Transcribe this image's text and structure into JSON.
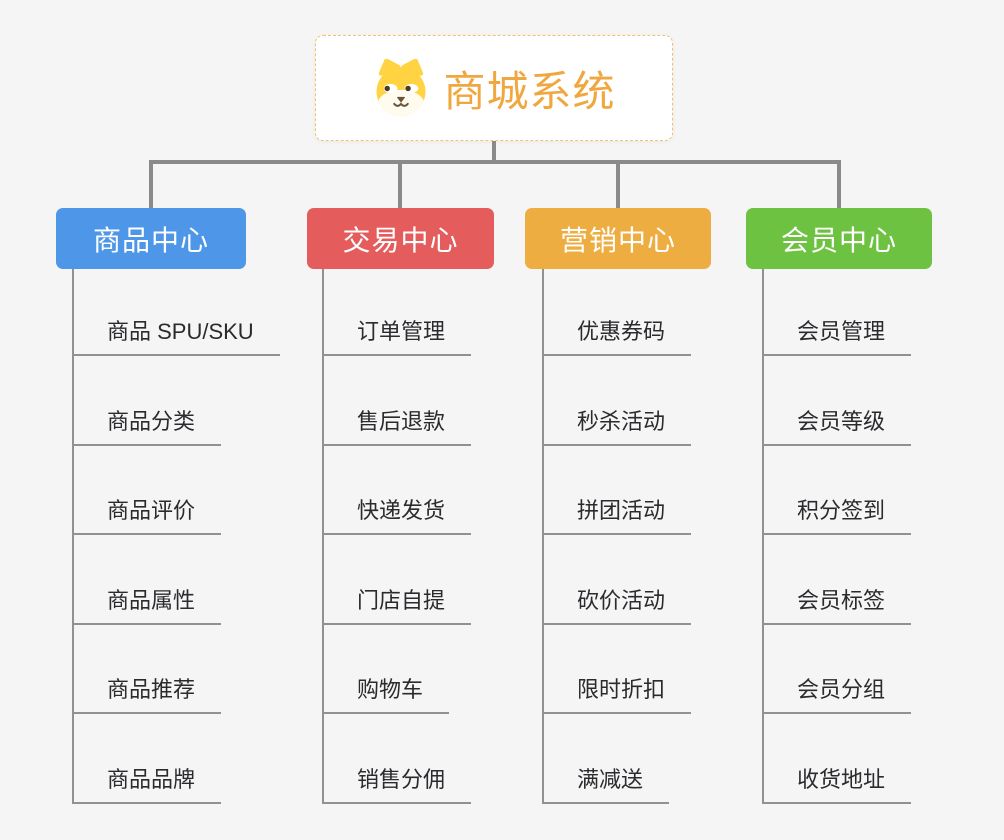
{
  "page": {
    "background_color": "#f5f5f6",
    "connector_color": "#8a8a8a",
    "line_color": "#919191"
  },
  "root": {
    "title": "商城系统",
    "icon": "dog-face-icon",
    "title_color": "#f0a73f",
    "border_color": "#f2c267"
  },
  "branches": [
    {
      "label": "商品中心",
      "color": "#4d96e8",
      "children": [
        "商品 SPU/SKU",
        "商品分类",
        "商品评价",
        "商品属性",
        "商品推荐",
        "商品品牌"
      ]
    },
    {
      "label": "交易中心",
      "color": "#e45c5c",
      "children": [
        "订单管理",
        "售后退款",
        "快递发货",
        "门店自提",
        "购物车",
        "销售分佣"
      ]
    },
    {
      "label": "营销中心",
      "color": "#eead40",
      "children": [
        "优惠券码",
        "秒杀活动",
        "拼团活动",
        "砍价活动",
        "限时折扣",
        "满减送"
      ]
    },
    {
      "label": "会员中心",
      "color": "#6dc242",
      "children": [
        "会员管理",
        "会员等级",
        "积分签到",
        "会员标签",
        "会员分组",
        "收货地址"
      ]
    }
  ]
}
